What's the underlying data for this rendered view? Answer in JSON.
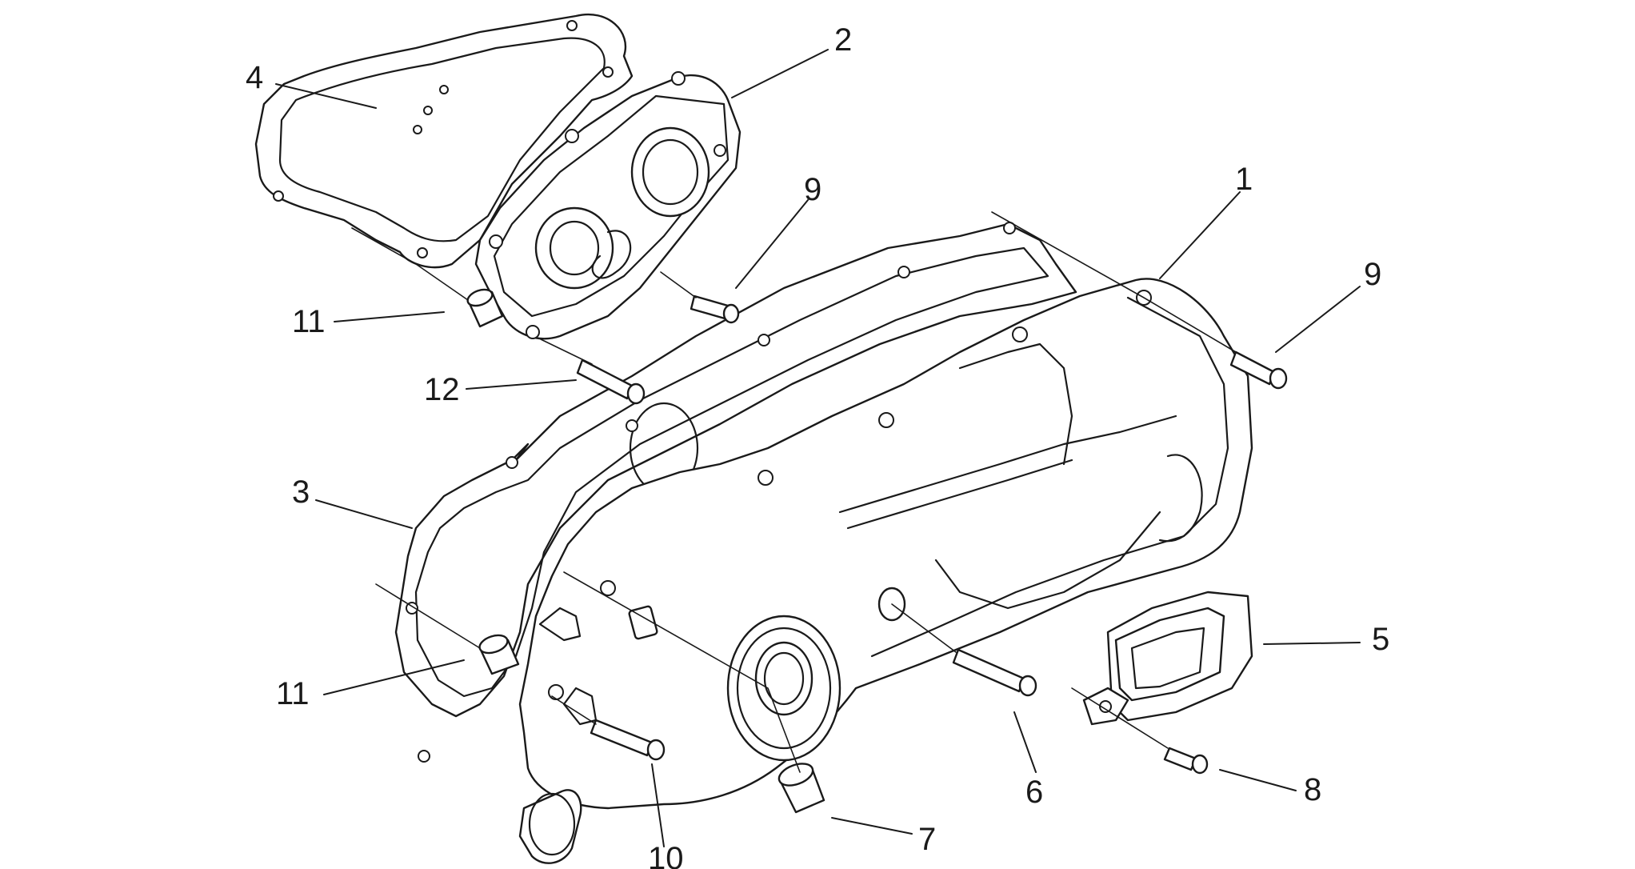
{
  "callouts": [
    "1",
    "2",
    "3",
    "4",
    "5",
    "6",
    "7",
    "8",
    "9",
    "9",
    "10",
    "11",
    "11",
    "12"
  ],
  "colors": {
    "line": "#1a1a1a",
    "background": "#ffffff"
  }
}
